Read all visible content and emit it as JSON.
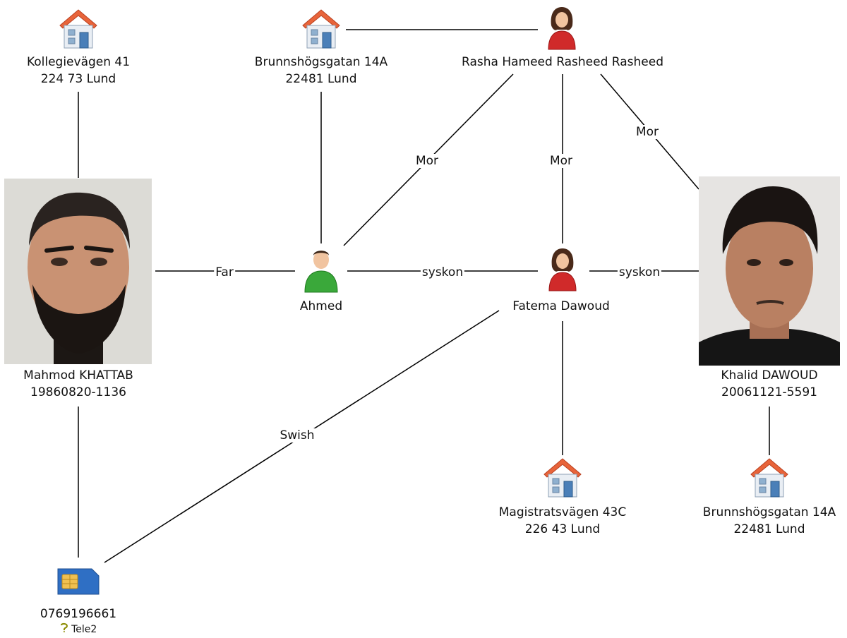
{
  "nodes": {
    "addr_kollegie": {
      "line1": "Kollegievägen 41",
      "line2": "224 73 Lund",
      "icon": "house-icon"
    },
    "addr_brunns_top": {
      "line1": "Brunnshögsgatan 14A",
      "line2": "22481 Lund",
      "icon": "house-icon"
    },
    "rasha": {
      "name": "Rasha Hameed Rasheed Rasheed",
      "icon": "female-person-icon"
    },
    "mahmod": {
      "name": "Mahmod KHATTAB",
      "id": "19860820-1136",
      "icon": "person-photo"
    },
    "ahmed": {
      "name": "Ahmed",
      "icon": "male-person-icon"
    },
    "fatema": {
      "name": "Fatema Dawoud",
      "icon": "female-person-icon"
    },
    "khalid": {
      "name": "Khalid DAWOUD",
      "id": "20061121-5591",
      "icon": "person-photo"
    },
    "addr_magistrat": {
      "line1": "Magistratsvägen 43C",
      "line2": "226 43 Lund",
      "icon": "house-icon"
    },
    "addr_brunns_right": {
      "line1": "Brunnshögsgatan 14A",
      "line2": "22481 Lund",
      "icon": "house-icon"
    },
    "phone": {
      "number": "0769196661",
      "operator": "Tele2",
      "icon": "sim-card-icon"
    }
  },
  "edges": {
    "mahmod_ahmed": "Far",
    "rasha_ahmed": "Mor",
    "rasha_fatema": "Mor",
    "rasha_khalid": "Mor",
    "ahmed_fatema": "syskon",
    "fatema_khalid": "syskon",
    "fatema_phone": "Swish"
  },
  "colors": {
    "edge": "#000000",
    "house_roof": "#e8643a",
    "house_wall": "#e9eef4",
    "male_shirt": "#3aa83a",
    "female_dress": "#d02a2a",
    "sim_card": "#2f6fc4",
    "sim_chip": "#f0c050"
  }
}
